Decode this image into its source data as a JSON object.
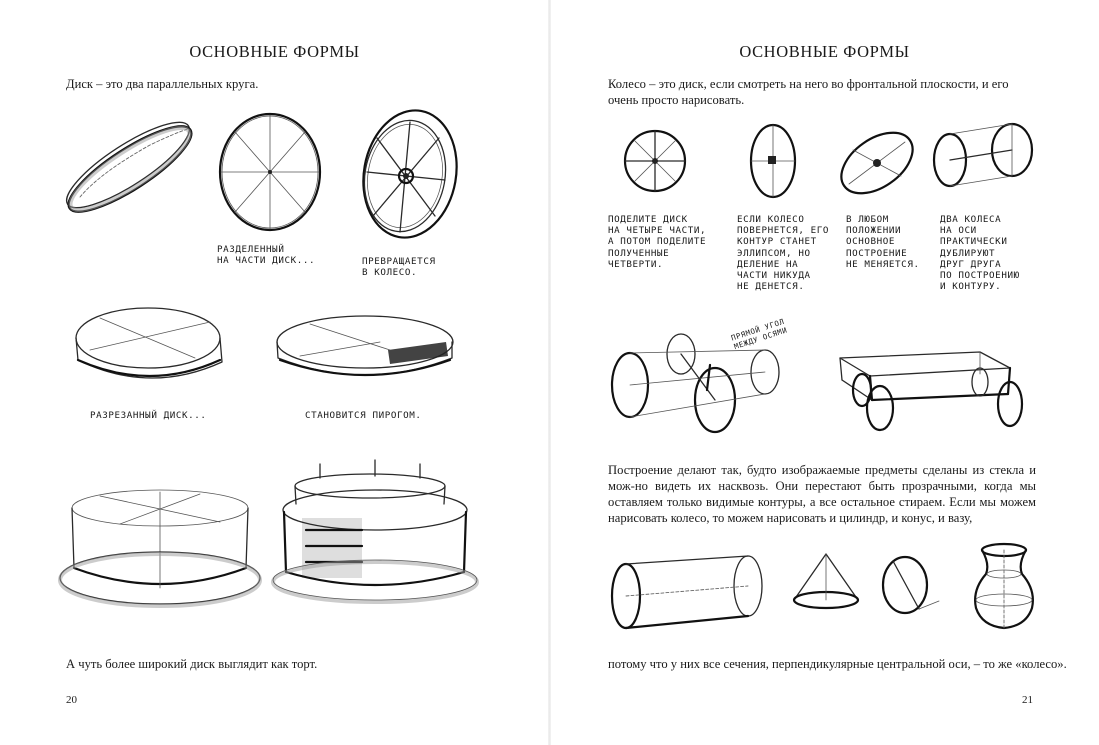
{
  "left_page": {
    "title": "ОСНОВНЫЕ ФОРМЫ",
    "intro": "Диск – это два параллельных круга.",
    "captions": {
      "divided_disk": "РАЗДЕЛЕННЫЙ\nНА ЧАСТИ ДИСК...",
      "turns_into_wheel": "ПРЕВРАЩАЕТСЯ\nВ КОЛЕСО.",
      "cut_disk": "РАЗРЕЗАННЫЙ ДИСК...",
      "becomes_pie": "СТАНОВИТСЯ ПИРОГОМ."
    },
    "bottom_text": "А чуть более широкий диск выглядит как торт.",
    "page_number": "20"
  },
  "right_page": {
    "title": "ОСНОВНЫЕ ФОРМЫ",
    "intro": "Колесо – это диск, если смотреть на него во фронтальной плоскости, и его очень просто нарисовать.",
    "captions": {
      "step1": "ПОДЕЛИТЕ ДИСК\nНА ЧЕТЫРЕ ЧАСТИ,\nА ПОТОМ ПОДЕЛИТЕ\nПОЛУЧЕННЫЕ\nЧЕТВЕРТИ.",
      "step2": "ЕСЛИ КОЛЕСО\nПОВЕРНЕТСЯ, ЕГО\nКОНТУР СТАНЕТ\nЭЛЛИПСОМ, НО\nДЕЛЕНИЕ НА\nЧАСТИ НИКУДА\nНЕ ДЕНЕТСЯ.",
      "step3": "В ЛЮБОМ\nПОЛОЖЕНИИ\nОСНОВНОЕ\nПОСТРОЕНИЕ\nНЕ МЕНЯЕТСЯ.",
      "step4": "ДВА КОЛЕСА\nНА ОСИ\nПРАКТИЧЕСКИ\nДУБЛИРУЮТ\nДРУГ ДРУГА\nПО ПОСТРОЕНИЮ\nИ КОНТУРУ.",
      "right_angle": "ПРЯМОЙ УГОЛ\nМЕЖДУ ОСЯМИ"
    },
    "paragraph": "Построение делают так, будто изображаемые предметы сделаны из стекла и мож-но видеть их насквозь. Они перестают быть прозрачными, когда мы оставляем только видимые контуры, а все остальное стираем. Если мы можем нарисовать колесо, то можем нарисовать и цилиндр, и конус, и вазу,",
    "bottom_text": "потому что у них все сечения, перпендикулярные центральной оси, – то же «колесо».",
    "page_number": "21"
  }
}
